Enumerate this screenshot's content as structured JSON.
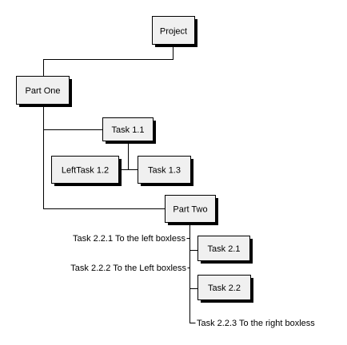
{
  "nodes": {
    "project": {
      "label": "Project"
    },
    "part_one": {
      "label": "Part One"
    },
    "task_1_1": {
      "label": "Task 1.1"
    },
    "left_task_1_2": {
      "label": "LeftTask 1.2"
    },
    "task_1_3": {
      "label": "Task 1.3"
    },
    "part_two": {
      "label": "Part Two"
    },
    "task_2_1": {
      "label": "Task 2.1"
    },
    "task_2_2": {
      "label": "Task 2.2"
    }
  },
  "boxless": {
    "task_2_2_1": {
      "label": "Task 2.2.1 To the left boxless"
    },
    "task_2_2_2": {
      "label": "Task 2.2.2 To the Left boxless"
    },
    "task_2_2_3": {
      "label": "Task 2.2.3 To the right boxless"
    }
  }
}
